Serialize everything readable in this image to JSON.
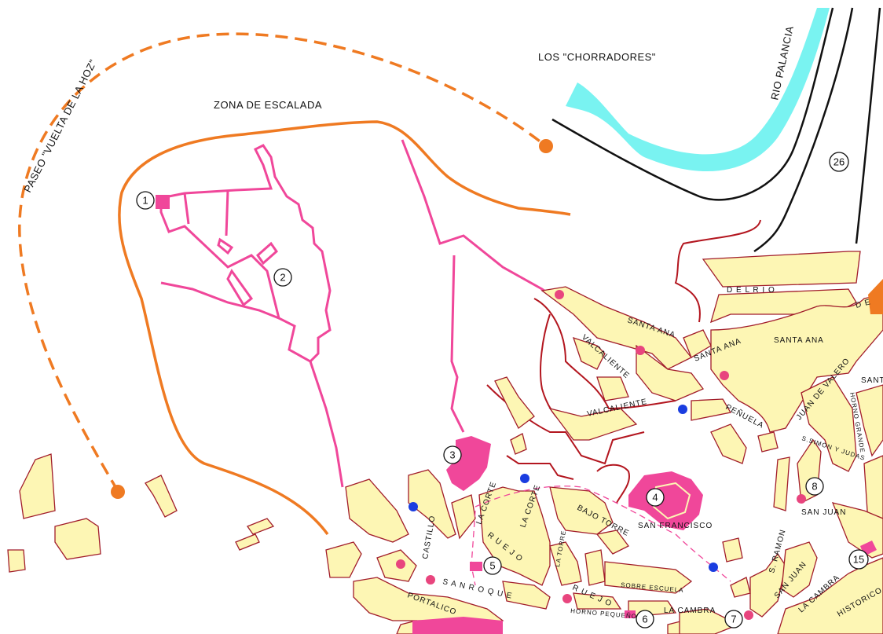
{
  "labels": {
    "chorradores": "LOS \"CHORRADORES\"",
    "zona_escalada": "ZONA DE ESCALADA",
    "paseo": "PASEO \"VUELTA DE LA HOZ\"",
    "rio_palancia": "RIO PALANCIA",
    "del_rio": "D E L    R I O",
    "del_edge": "D E",
    "santa_ana_1": "SANTA ANA",
    "santa_ana_2": "SANTA ANA",
    "santa_ana_3": "SANTA ANA",
    "santa_edge": "SANTA",
    "valcaliente_1": "VALCALIENTE",
    "valcaliente_2": "VALCALIENTE",
    "penuela": "PEÑUELA",
    "juan_de_valero": "JUAN DE VALERO",
    "horno_grande": "HORNO GRANDE",
    "simon_judas": "S.SIMON Y JUDAS",
    "la_corte_1": "LA CORTE",
    "la_corte_2": "LA CORTE",
    "castillo": "CASTILLO",
    "bajo_torre": "BAJO TORRE",
    "san_francisco": "SAN FRANCISCO",
    "ruejo_1": "R U E J O",
    "ruejo_2": "R U E J O",
    "la_torre": "LA TORRE",
    "sobre_escuela": "SOBRE ESCUELA",
    "san_roque": "S A N  R O Q U E",
    "portalico": "PORTALICO",
    "horno_pequeno": "HORNO PEQUEÑO",
    "la_cambra_1": "LA CAMBRA",
    "la_cambra_2": "LA CAMBRA",
    "s_ramon": "S. RAMON",
    "san_juan_1": "SAN JUAN",
    "san_juan_2": "SAN JUAN",
    "historico": "HISTORICO"
  },
  "markers": [
    {
      "n": "1"
    },
    {
      "n": "2"
    },
    {
      "n": "3"
    },
    {
      "n": "4"
    },
    {
      "n": "5"
    },
    {
      "n": "6"
    },
    {
      "n": "7"
    },
    {
      "n": "8"
    },
    {
      "n": "15"
    },
    {
      "n": "26"
    }
  ],
  "colors": {
    "block_fill": "#fdf6b4",
    "block_stroke": "#a11c2a",
    "monument": "#f0479a",
    "trail": "#ef7a22",
    "river": "#79f3f1",
    "info_point": "#1a3de0",
    "poi": "#e8457e"
  }
}
